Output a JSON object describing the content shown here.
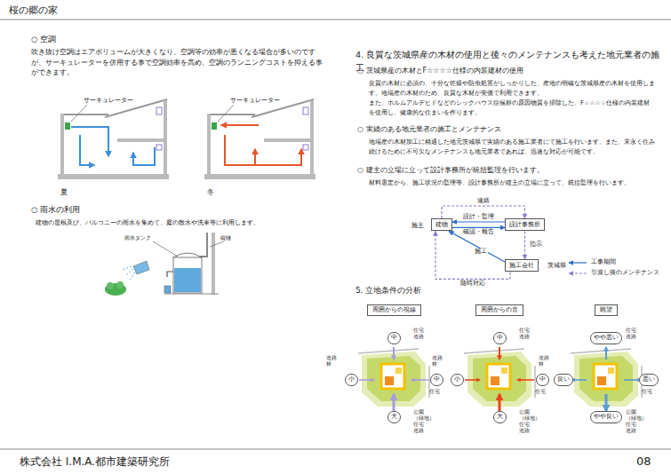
{
  "diagram": {
    "title": "桜の郷の家",
    "nodes": [
      {
        "text": [
          "建物"
        ]
      },
      {
        "text": [
          "設計事務所"
        ]
      },
      {
        "text": [
          "施工会社"
        ]
      },
      {
        "text": [
          "周囲からの視線"
        ]
      },
      {
        "text": [
          "周囲からの音"
        ]
      },
      {
        "text": [
          "眺望"
        ]
      },
      {
        "text": [
          "中"
        ]
      },
      {
        "text": [
          "小"
        ]
      },
      {
        "text": [
          "中"
        ]
      },
      {
        "text": [
          "大"
        ]
      },
      {
        "text": [
          "中"
        ]
      },
      {
        "text": [
          "小"
        ]
      },
      {
        "text": [
          "中"
        ]
      },
      {
        "text": [
          "大"
        ]
      },
      {
        "text": [
          "やや悪い"
        ]
      },
      {
        "text": [
          "良い"
        ]
      },
      {
        "text": [
          "悪い"
        ]
      },
      {
        "text": [
          "やや良い"
        ]
      }
    ],
    "edges": [
      {
        "from": 1,
        "to": 0,
        "arrow": "to",
        "label": "設計・監理"
      },
      {
        "from": 0,
        "to": 1,
        "arrow": "to",
        "label": "確認・報告"
      },
      {
        "from": 2,
        "to": 0,
        "arrow": "to",
        "label": "施工"
      },
      {
        "from": 1,
        "to": 2,
        "arrow": "to",
        "label": "指示"
      },
      {
        "from": 0,
        "to": 1,
        "arrow": "to",
        "label": "連絡"
      },
      {
        "from": 2,
        "to": 0,
        "arrow": "to",
        "label": "随時対応"
      }
    ],
    "labels": [
      "○ 空調",
      "吹き抜け空調はエアボリュームが大きくなり、空調等の効率が悪くなる場合が多いのですが、サーキュレーターを併用する事で空調効率を高め、空調のランニングコストを抑える事ができます。",
      "サーキュレーター",
      "サーキュレーター",
      "夏",
      "冬",
      "○ 雨水の利用",
      "建物の屋根及び、バルコニーの雨水を集めて、庭の散水や洗車等に利用します。",
      "雨水タンク",
      "縦樋",
      "4. 良質な茨城県産の木材の使用と後々のメンテナンスも考えた地元業者の施工",
      "○ 茨城県産の木材とF☆☆☆☆仕様の内装建材の使用",
      "良質の木材に必須の、十分な乾燥や防虫処置がしっかりした、産地の明確な茨城県産の木材を使用します。地場産の木材のため、良質な木材が安価で利用できます。",
      "また、ホルムアルデヒドなどのシックハウス症候群の原因物質を排除した、F☆☆☆☆仕様の内装建材を使用し、健康的な住まいを作ります。",
      "○ 実績のある地元業者の施工とメンテナンス",
      "地場産の木材加工に精通した地元茨城県で実績のある施工業者にて施工を行います。また、末永く住み続けるために不可欠なメンテナンスも地元業者であれば、迅速な対応が可能です。",
      "○ 建主の立場に立って設計事務所が統括監理を行います。",
      "材料選定から、施工状況の監理等、設計事務所が建主の立場に立って、統括監理を行います。",
      "施主",
      "茨城県",
      "5. 立地条件の分析",
      "住宅 道路",
      "道路 林",
      "住宅",
      "公園（緑地） 住宅 道路",
      "住宅 道路",
      "道路 林",
      "住宅",
      "公園（緑地） 住宅 道路",
      "住宅 道路",
      "道路 林",
      "住宅",
      "公園（緑地） 住宅 道路",
      "株式会社 I.M.A.都市建築研究所",
      "08"
    ],
    "legend": [
      {
        "text": "工事期間"
      },
      {
        "text": "引渡し後のメンテナンス"
      }
    ]
  }
}
